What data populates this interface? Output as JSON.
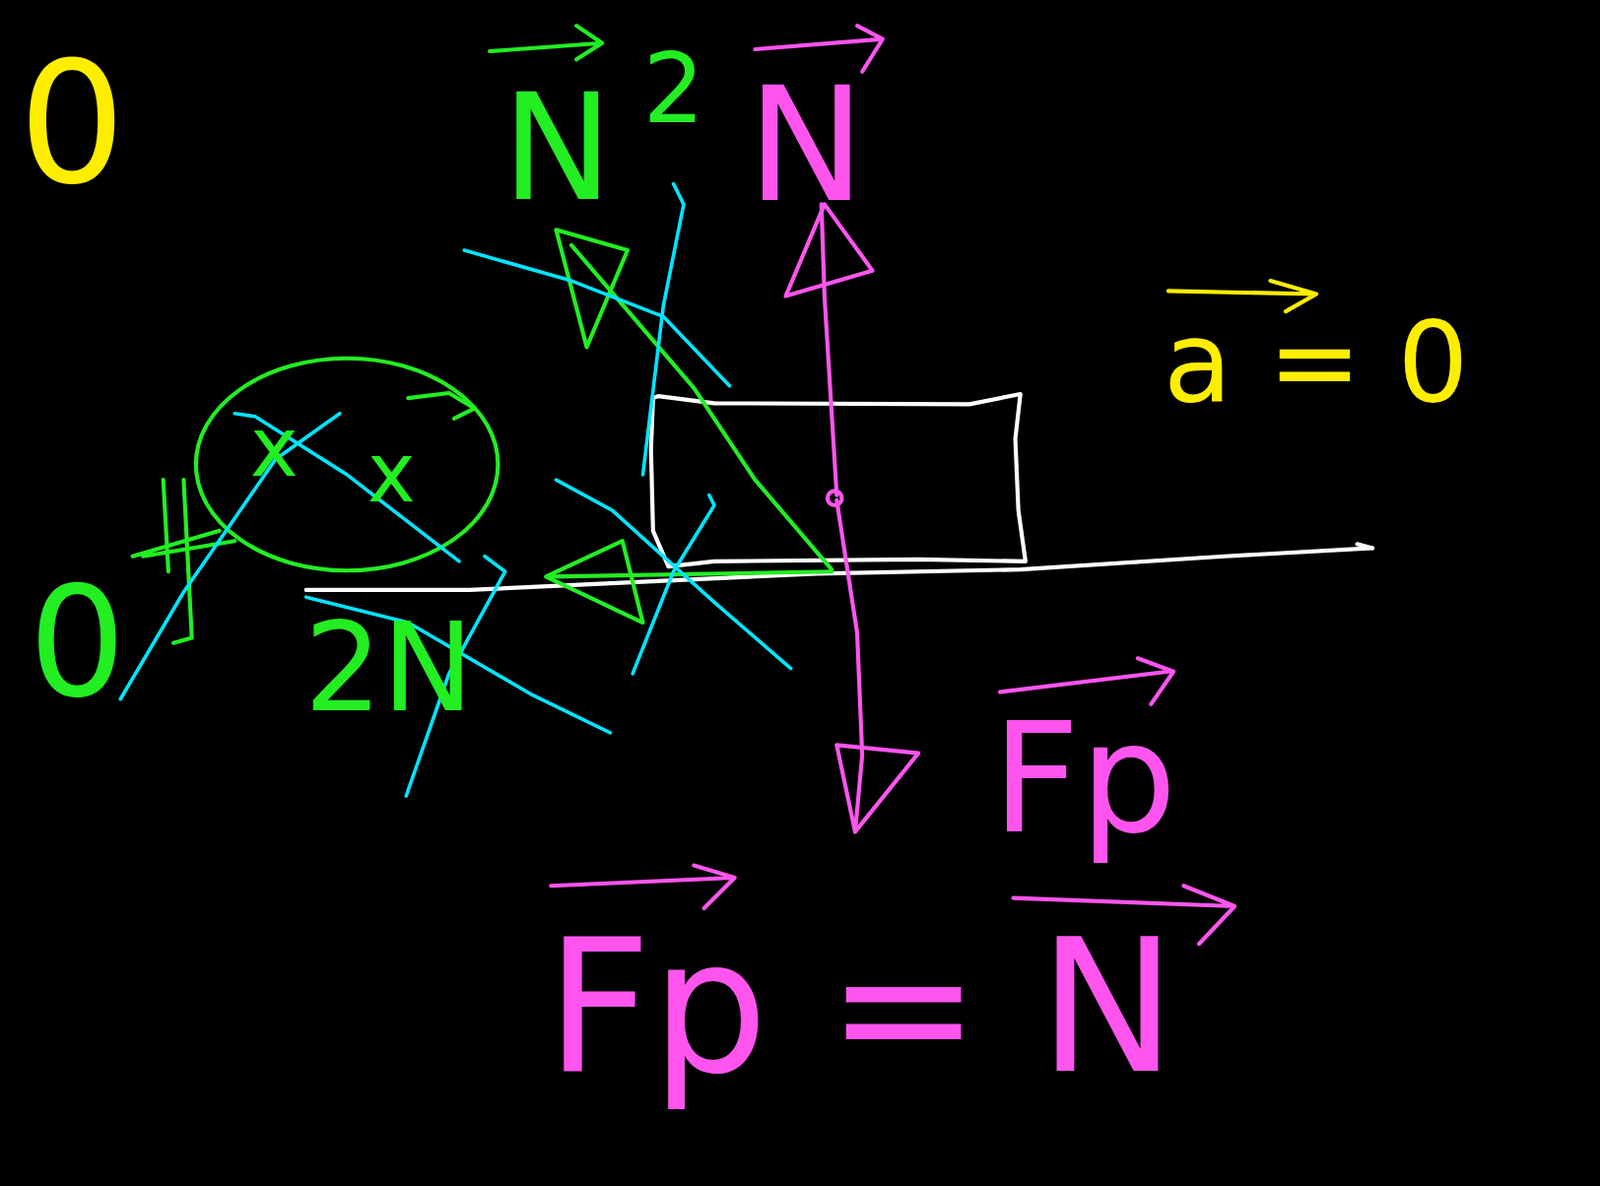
{
  "diagram": {
    "labels": [
      "0",
      "N",
      "2",
      "N",
      "a = 0",
      "0",
      "2N",
      "x",
      "x",
      "Fp",
      "Fp = N"
    ]
  }
}
